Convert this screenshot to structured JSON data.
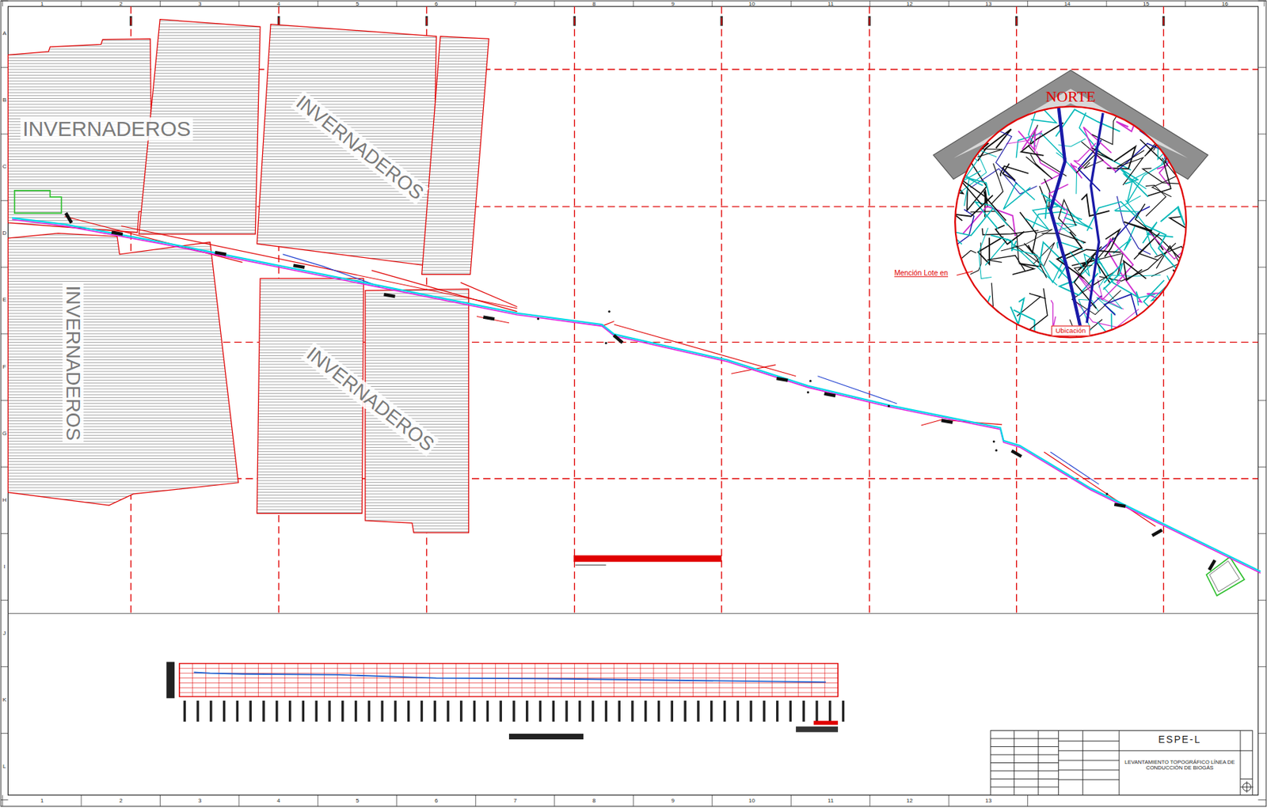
{
  "diagram": {
    "nodes": [
      {
        "text": [
          "NORTE"
        ]
      },
      {
        "text": [
          "Ubicación"
        ]
      },
      {
        "text": [
          "ESPE-L"
        ]
      },
      {
        "text": [
          "LEVANTAMIENTO TOPOGRÁFICO LÍNEA DE CONDUCCIÓN DE BIOGÁS"
        ]
      }
    ],
    "labels": [
      "INVERNADEROS",
      "INVERNADEROS",
      "INVERNADEROS",
      "INVERNADEROS",
      "Mención Lote en",
      "1",
      "2",
      "3",
      "4",
      "5",
      "6",
      "7",
      "8",
      "9",
      "10",
      "11",
      "12",
      "13",
      "14",
      "15",
      "16",
      "1",
      "2",
      "3",
      "4",
      "5",
      "6",
      "7",
      "8",
      "9",
      "10",
      "11",
      "12",
      "13",
      "A",
      "B",
      "C",
      "D",
      "E",
      "F",
      "G",
      "H",
      "I",
      "J",
      "K",
      "L"
    ]
  }
}
